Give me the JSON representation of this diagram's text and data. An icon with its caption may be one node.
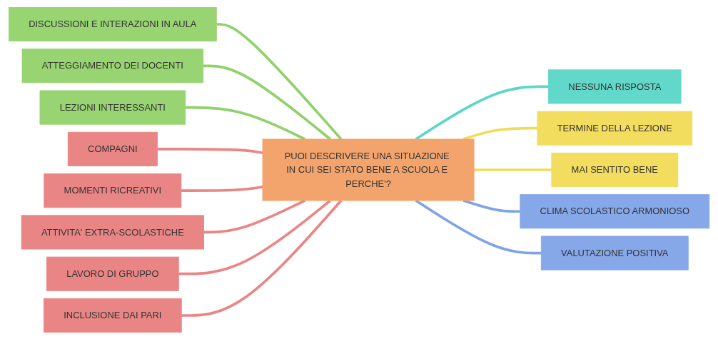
{
  "diagram": {
    "nodes": [
      {
        "text": [
          "PUOI DESCRIVERE UNA SITUAZIONE IN CUI SEI STATO BENE A SCUOLA E PERCHE'?"
        ]
      },
      {
        "text": [
          "DISCUSSIONI E INTERAZIONI IN AULA"
        ]
      },
      {
        "text": [
          "ATTEGGIAMENTO DEI DOCENTI"
        ]
      },
      {
        "text": [
          "LEZIONI INTERESSANTI"
        ]
      },
      {
        "text": [
          "COMPAGNI"
        ]
      },
      {
        "text": [
          "MOMENTI RICREATIVI"
        ]
      },
      {
        "text": [
          "ATTIVITA' EXTRA-SCOLASTICHE"
        ]
      },
      {
        "text": [
          "NESSUNA RISPOSTA"
        ]
      },
      {
        "text": [
          "LAVORO DI GRUPPO"
        ]
      },
      {
        "text": [
          "TERMINE DELLA LEZIONE"
        ]
      },
      {
        "text": [
          "INCLUSIONE DAI PARI"
        ]
      },
      {
        "text": [
          "CLIMA SCOLASTICO ARMONIOSO"
        ]
      },
      {
        "text": [
          "MAI SENTITO BENE"
        ]
      },
      {
        "text": [
          "VALUTAZIONE POSITIVA"
        ]
      }
    ],
    "edges": [
      {
        "from": 1,
        "to": 0,
        "arrow": "none",
        "color": "#8fd16a"
      },
      {
        "from": 2,
        "to": 0,
        "arrow": "none",
        "color": "#8fd16a"
      },
      {
        "from": 3,
        "to": 0,
        "arrow": "none",
        "color": "#8fd16a"
      },
      {
        "from": 4,
        "to": 0,
        "arrow": "none"
      },
      {
        "from": 5,
        "to": 0,
        "arrow": "none"
      },
      {
        "from": 6,
        "to": 0,
        "arrow": "none"
      },
      {
        "from": 8,
        "to": 0,
        "arrow": "none"
      },
      {
        "from": 10,
        "to": 0,
        "arrow": "none"
      },
      {
        "from": 0,
        "to": 7,
        "arrow": "none",
        "color": "#5dd6c8"
      },
      {
        "from": 0,
        "to": 9,
        "arrow": "none",
        "color": "#f0dc5a"
      },
      {
        "from": 0,
        "to": 12,
        "arrow": "none",
        "color": "#f0dc5a"
      },
      {
        "from": 0,
        "to": 11,
        "arrow": "none",
        "color": "#7fa4e6"
      },
      {
        "from": 0,
        "to": 13,
        "arrow": "none",
        "color": "#7fa4e6"
      }
    ]
  }
}
